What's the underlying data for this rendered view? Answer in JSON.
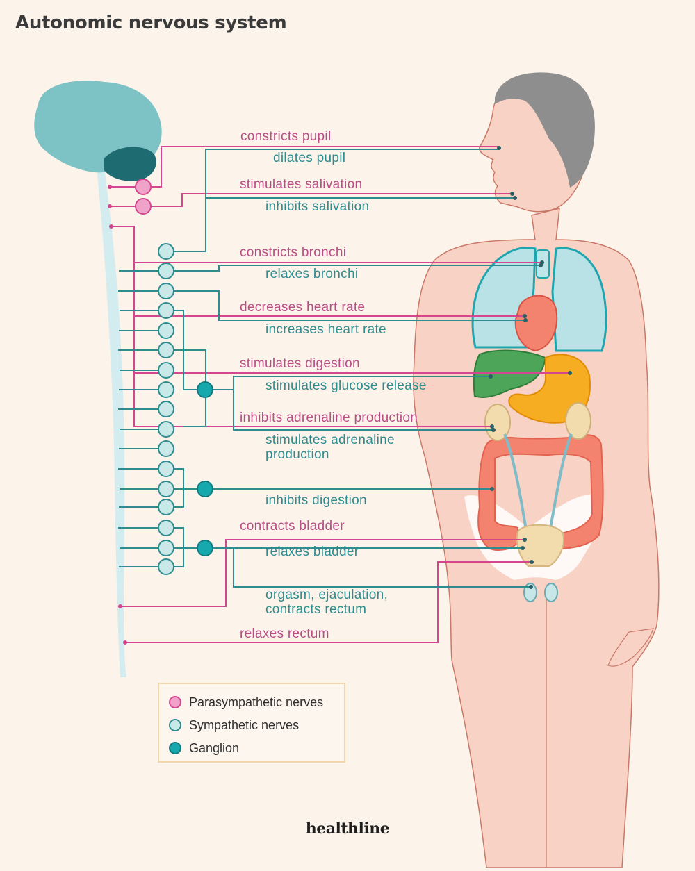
{
  "title": "Autonomic nervous system",
  "colors": {
    "parasympathetic": "#d4468f",
    "parasympathetic_fill": "#f0a3c8",
    "sympathetic": "#2e8c8f",
    "sympathetic_fill": "#c9e9e9",
    "ganglion": "#17a8ad",
    "skin": "#f8d2c4",
    "hair": "#8e8e8e",
    "brain": "#7dc3c6"
  },
  "effects": [
    {
      "id": "constricts-pupil",
      "text": "constricts pupil",
      "type": "para"
    },
    {
      "id": "dilates-pupil",
      "text": "dilates pupil",
      "type": "symp"
    },
    {
      "id": "stimulates-salivation",
      "text": "stimulates salivation",
      "type": "para"
    },
    {
      "id": "inhibits-salivation",
      "text": "inhibits salivation",
      "type": "symp"
    },
    {
      "id": "constricts-bronchi",
      "text": "constricts bronchi",
      "type": "para"
    },
    {
      "id": "relaxes-bronchi",
      "text": "relaxes bronchi",
      "type": "symp"
    },
    {
      "id": "decreases-heart-rate",
      "text": "decreases heart rate",
      "type": "para"
    },
    {
      "id": "increases-heart-rate",
      "text": "increases heart rate",
      "type": "symp"
    },
    {
      "id": "stimulates-digestion",
      "text": "stimulates digestion",
      "type": "para"
    },
    {
      "id": "stimulates-glucose-release",
      "text": "stimulates glucose release",
      "type": "symp"
    },
    {
      "id": "inhibits-adrenaline-production",
      "text": "inhibits adrenaline production",
      "type": "para"
    },
    {
      "id": "stimulates-adrenaline-production",
      "text": "stimulates adrenaline\nproduction",
      "type": "symp"
    },
    {
      "id": "inhibits-digestion",
      "text": "inhibits digestion",
      "type": "symp"
    },
    {
      "id": "contracts-bladder",
      "text": "contracts bladder",
      "type": "para"
    },
    {
      "id": "relaxes-bladder",
      "text": "relaxes bladder",
      "type": "symp"
    },
    {
      "id": "orgasm-ejaculation",
      "text": "orgasm, ejaculation,\ncontracts rectum",
      "type": "symp"
    },
    {
      "id": "relaxes-rectum",
      "text": "relaxes rectum",
      "type": "para"
    }
  ],
  "legend": [
    {
      "label": "Parasympathetic nerves",
      "type": "para"
    },
    {
      "label": "Sympathetic nerves",
      "type": "symp"
    },
    {
      "label": "Ganglion",
      "type": "ganglion"
    }
  ],
  "brand": "healthline"
}
